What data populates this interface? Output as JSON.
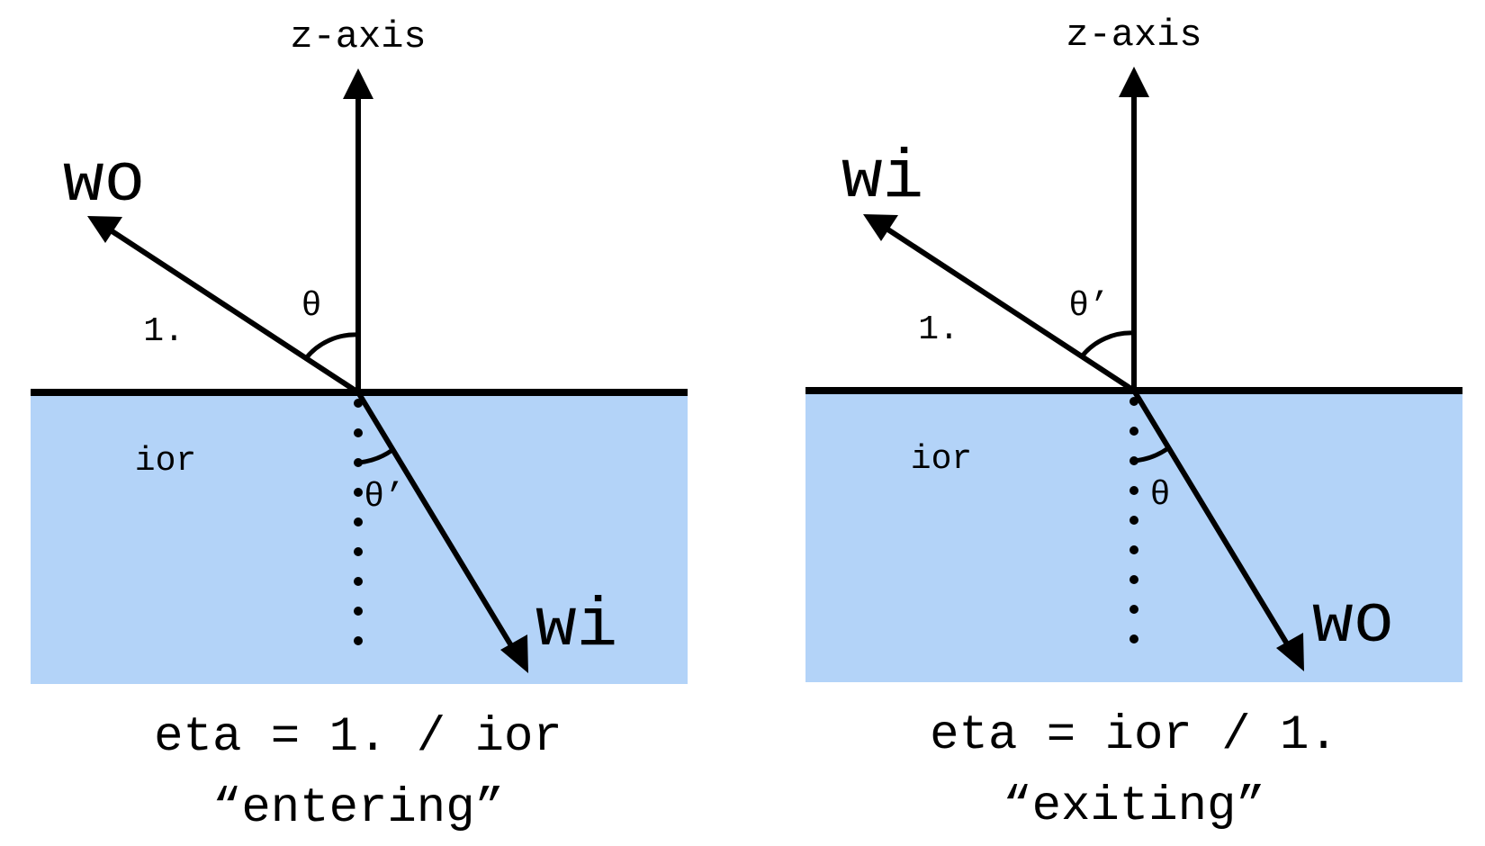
{
  "colors": {
    "medium_fill": "#b3d3f8",
    "line": "#000000",
    "background": "#ffffff"
  },
  "panels": [
    {
      "axis_label": "z-axis",
      "upper_vector_label": "wo",
      "lower_vector_label": "wi",
      "outside_medium_label": "1.",
      "inside_medium_label": "ior",
      "upper_angle_label": "θ",
      "lower_angle_label": "θ’",
      "equation": "eta = 1. / ior",
      "caption": "“entering”"
    },
    {
      "axis_label": "z-axis",
      "upper_vector_label": "wi",
      "lower_vector_label": "wo",
      "outside_medium_label": "1.",
      "inside_medium_label": "ior",
      "upper_angle_label": "θ’",
      "lower_angle_label": "θ",
      "equation": "eta = ior / 1.",
      "caption": "“exiting”"
    }
  ]
}
